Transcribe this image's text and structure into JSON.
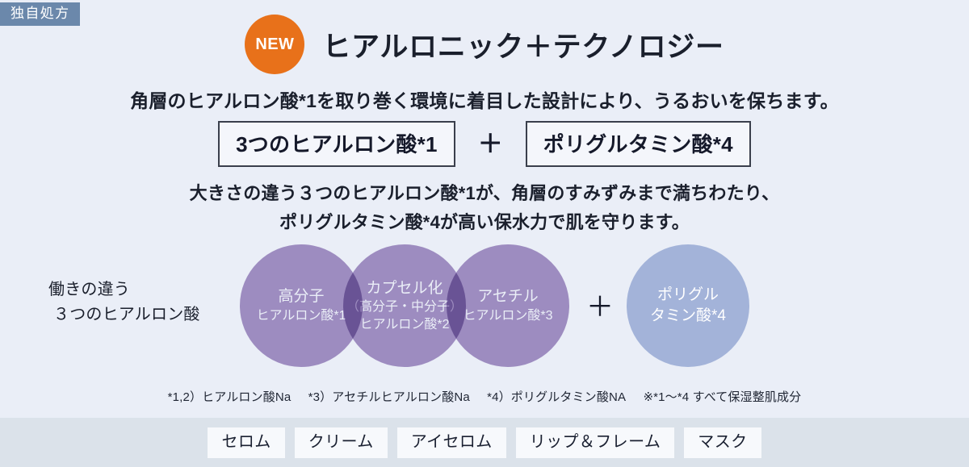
{
  "colors": {
    "background": "#eaeef7",
    "badge_bg": "#6b88ab",
    "new_badge": "#e8711a",
    "circle_purple": "#a794c4",
    "circle_overlap": "#8b7aaa",
    "circle_blue": "#a3b3d9",
    "tab_band": "#dbe2ea",
    "tab_bg": "#f7f9fc",
    "text": "#1a1f2c"
  },
  "badge": {
    "label": "独自処方"
  },
  "header": {
    "new_label": "NEW",
    "title": "ヒアルロニック＋テクノロジー"
  },
  "lead": {
    "text": "角層のヒアルロン酸*1を取り巻く環境に着目した設計により、うるおいを保ちます。"
  },
  "formula": {
    "left_box": "3つのヒアルロン酸*1",
    "plus": "＋",
    "right_box": "ポリグルタミン酸*4"
  },
  "body_copy": {
    "line1": "大きさの違う３つのヒアルロン酸*1が、角層のすみずみまで満ちわたり、",
    "line2": "ポリグルタミン酸*4が高い保水力で肌を守ります。"
  },
  "venn": {
    "label_line1": "働きの違う",
    "label_line2": "３つのヒアルロン酸",
    "plus": "＋",
    "circles": [
      {
        "name": "high-molecular",
        "type": "purple",
        "line1": "高分子",
        "line2": "ヒアルロン酸*1",
        "line3": ""
      },
      {
        "name": "encapsulated",
        "type": "purple",
        "line1": "カプセル化",
        "line2": "（高分子・中分子）",
        "line3": "ヒアルロン酸*2"
      },
      {
        "name": "acetyl",
        "type": "purple",
        "line1": "アセチル",
        "line2": "ヒアルロン酸*3",
        "line3": ""
      },
      {
        "name": "polyglutamic-acid",
        "type": "blue",
        "line1": "ポリグル",
        "line2": "タミン酸*4",
        "line3": ""
      }
    ]
  },
  "footnotes": {
    "items": [
      "*1,2）ヒアルロン酸Na",
      "*3）アセチルヒアルロン酸Na",
      "*4）ポリグルタミン酸NA",
      "※*1〜*4 すべて保湿整肌成分"
    ]
  },
  "tabs": [
    {
      "label": "セロム"
    },
    {
      "label": "クリーム"
    },
    {
      "label": "アイセロム"
    },
    {
      "label": "リップ＆フレーム"
    },
    {
      "label": "マスク"
    }
  ]
}
